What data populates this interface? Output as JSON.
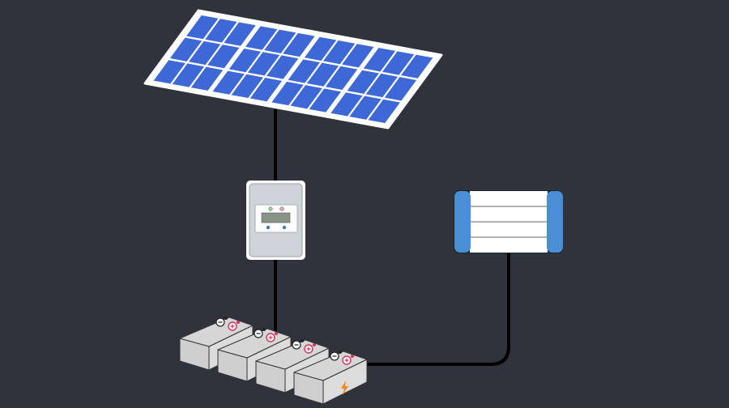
{
  "diagram": {
    "components": [
      "solar-panel",
      "charge-controller",
      "battery-bank",
      "heater"
    ],
    "battery_count": 4,
    "colors": {
      "background": "#2e333c",
      "panel_cell": "#3d68d6",
      "panel_frame": "#ffffff",
      "wire": "#000000",
      "controller_body": "#cfd3da",
      "display": "#8a9486",
      "heater_end": "#4a8fd6",
      "battery": "#d6d6d6",
      "positive_terminal": "#d0355a",
      "bolt": "#f08a1c"
    }
  }
}
